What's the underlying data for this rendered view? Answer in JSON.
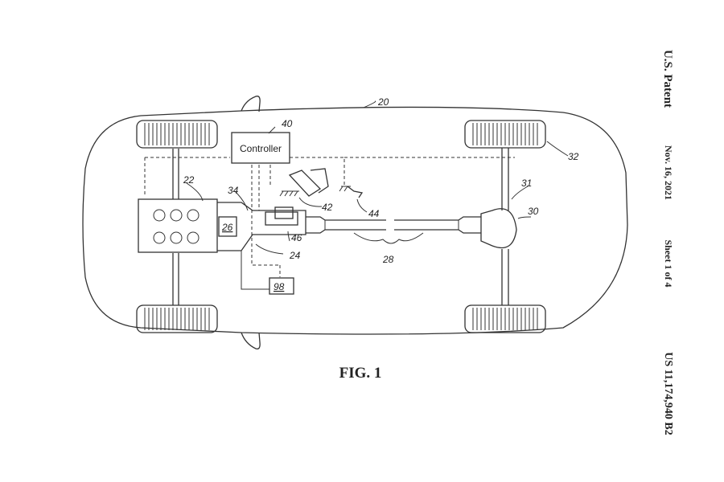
{
  "header": {
    "publication": "U.S. Patent",
    "date": "Nov. 16, 2021",
    "sheet": "Sheet 1 of 4",
    "patent_number": "US 11,174,940 B2"
  },
  "figure": {
    "caption": "FIG. 1",
    "controller_text": "Controller",
    "labels": {
      "vehicle": "20",
      "engine": "22",
      "transmission": "24",
      "motor": "26",
      "driveshaft": "28",
      "differential": "30",
      "rear_axle": "31",
      "wheel": "32",
      "clutch": "34",
      "controller": "40",
      "accelerator": "42",
      "brake": "44",
      "actuator": "46",
      "battery": "98"
    }
  }
}
